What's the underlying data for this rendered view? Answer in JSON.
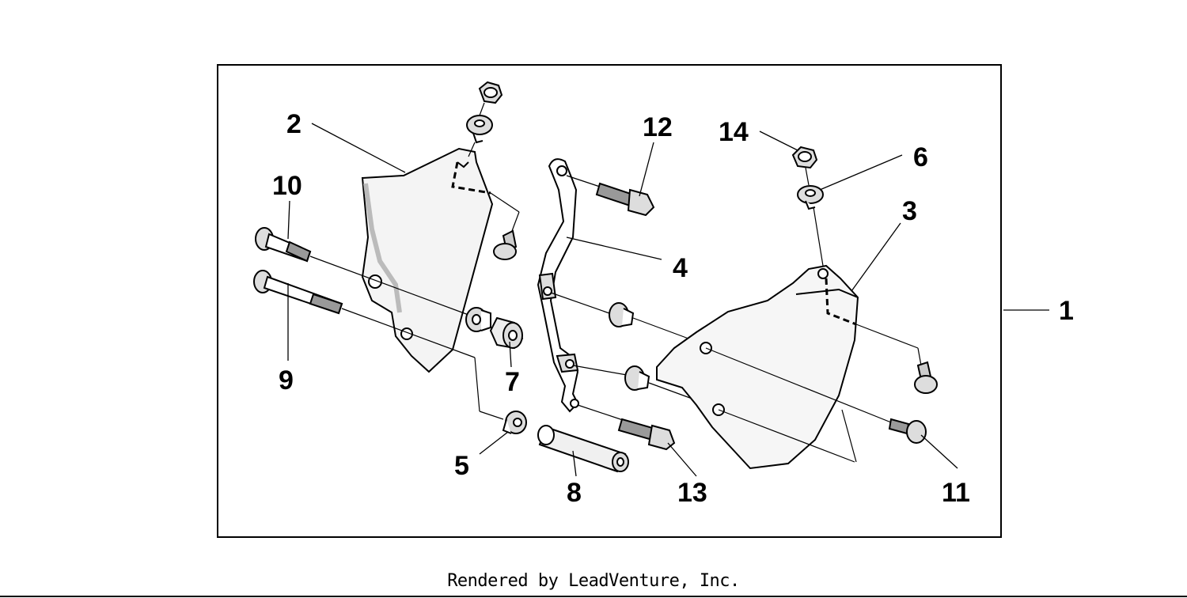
{
  "callouts": [
    {
      "label": "1"
    },
    {
      "label": "2"
    },
    {
      "label": "3"
    },
    {
      "label": "4"
    },
    {
      "label": "5"
    },
    {
      "label": "6"
    },
    {
      "label": "7"
    },
    {
      "label": "8"
    },
    {
      "label": "9"
    },
    {
      "label": "10"
    },
    {
      "label": "11"
    },
    {
      "label": "12"
    },
    {
      "label": "13"
    },
    {
      "label": "14"
    }
  ],
  "footer": {
    "credit": "Rendered by LeadVenture, Inc."
  },
  "colors": {
    "line": "#000000",
    "fill": "#ffffff",
    "shade": "#e6e6e6"
  }
}
